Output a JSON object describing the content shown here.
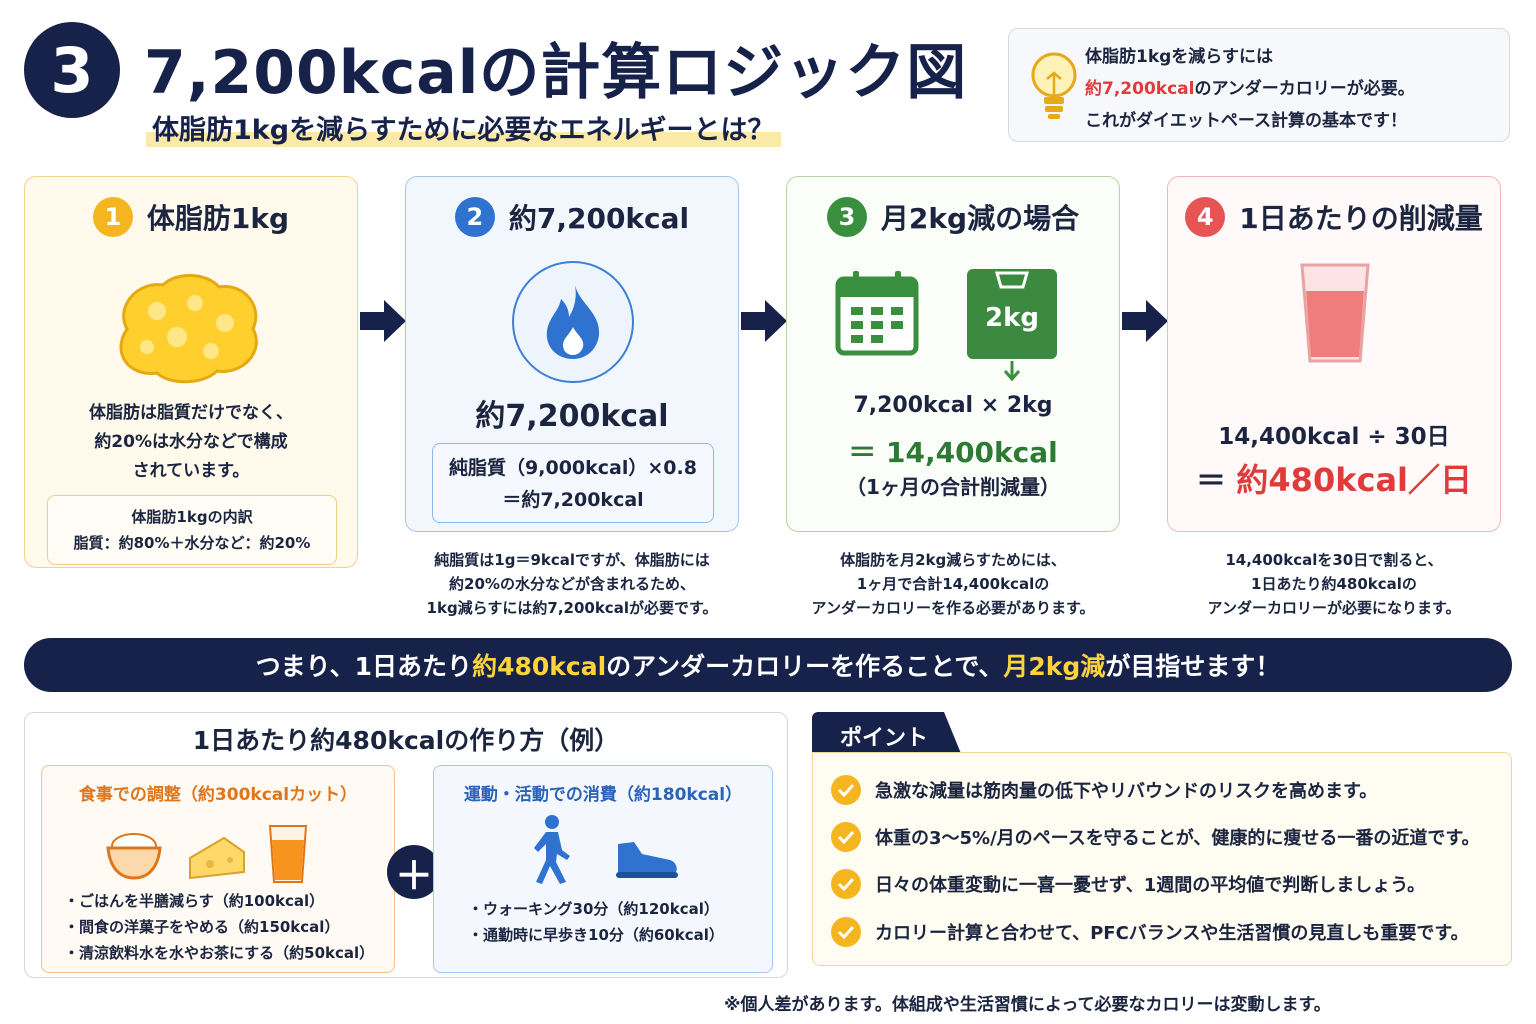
{
  "header": {
    "badge": "3",
    "title": "7,200kcalの計算ロジック図",
    "subtitle": "体脂肪1kgを減らすために必要なエネルギーとは？"
  },
  "tip": {
    "line1": "体脂肪1kgを減らすには",
    "line2_highlight": "約7,200kcal",
    "line2_rest": "のアンダーカロリーが必要。",
    "line3": "これがダイエットペース計算の基本です！"
  },
  "steps": [
    {
      "num": "1",
      "title": "体脂肪1kg",
      "desc": [
        "体脂肪は脂質だけでなく、",
        "約20%は水分などで構成",
        "されています。"
      ],
      "breakdown_title": "体脂肪1kgの内訳",
      "breakdown": "脂質：約80%＋水分など：約20%"
    },
    {
      "num": "2",
      "title": "約7,200kcal",
      "big": "約7,200kcal",
      "formula1": "純脂質（9,000kcal）×0.8",
      "formula2": "＝約7,200kcal",
      "note": [
        "純脂質は1g＝9kcalですが、体脂肪には",
        "約20%の水分などが含まれるため、",
        "1kg減らすには約7,200kcalが必要です。"
      ]
    },
    {
      "num": "3",
      "title": "月2kg減の場合",
      "weight_label": "2kg",
      "calc1": "7,200kcal × 2kg",
      "calc2": "＝ 14,400kcal",
      "calc3": "（1ヶ月の合計削減量）",
      "note": [
        "体脂肪を月2kg減らすためには、",
        "1ヶ月で合計14,400kcalの",
        "アンダーカロリーを作る必要があります。"
      ]
    },
    {
      "num": "4",
      "title": "1日あたりの削減量",
      "calc1": "14,400kcal ÷ 30日",
      "calc2_prefix": "＝",
      "calc2_value": "約480kcal／日",
      "note": [
        "14,400kcalを30日で割ると、",
        "1日あたり約480kcalの",
        "アンダーカロリーが必要になります。"
      ]
    }
  ],
  "banner": {
    "p1": "つまり、1日あたり",
    "h1": "約480kcal",
    "p2": "のアンダーカロリーを作ることで、",
    "h2": "月2kg減",
    "p3": "が目指せます！"
  },
  "howto": {
    "title": "1日あたり約480kcalの作り方（例）",
    "food": {
      "title": "食事での調整（約300kcalカット）",
      "items": [
        "・ごはんを半膳減らす（約100kcal）",
        "・間食の洋菓子をやめる（約150kcal）",
        "・清涼飲料水を水やお茶にする（約50kcal）"
      ]
    },
    "plus": "＋",
    "exercise": {
      "title": "運動・活動での消費（約180kcal）",
      "items": [
        "・ウォーキング30分（約120kcal）",
        "・通勤時に早歩き10分（約60kcal）"
      ]
    }
  },
  "points": {
    "tab": "ポイント",
    "items": [
      "急激な減量は筋肉量の低下やリバウンドのリスクを高めます。",
      "体重の3〜5%/月のペースを守ることが、健康的に痩せる一番の近道です。",
      "日々の体重変動に一喜一憂せず、1週間の平均値で判断しましょう。",
      "カロリー計算と合わせて、PFCバランスや生活習慣の見直しも重要です。"
    ]
  },
  "footnote": "※個人差があります。体組成や生活習慣によって必要なカロリーは変動します。",
  "colors": {
    "navy": "#17224a",
    "yellow": "#f5b51f",
    "blue": "#2f72cf",
    "green": "#3a8f3f",
    "red": "#e65454",
    "highlight": "#ffd43b"
  }
}
